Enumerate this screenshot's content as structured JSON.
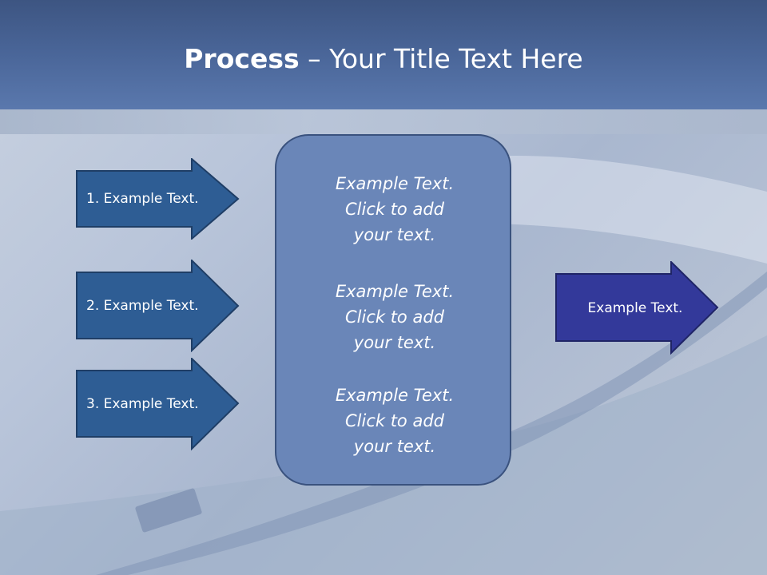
{
  "slide": {
    "title_bold": "Process",
    "title_rest": " – Your Title Text Here"
  },
  "left_arrows": [
    {
      "label": "1. Example Text."
    },
    {
      "label": "2. Example Text."
    },
    {
      "label": "3. Example Text."
    }
  ],
  "center_box": {
    "blocks": [
      {
        "line1": "Example Text.",
        "line2": "Click  to add",
        "line3": "your text."
      },
      {
        "line1": "Example Text.",
        "line2": "Click  to add",
        "line3": "your text."
      },
      {
        "line1": "Example Text.",
        "line2": "Click  to add",
        "line3": "your text."
      }
    ]
  },
  "right_arrow": {
    "label": "Example Text."
  },
  "colors": {
    "header": "#4a6699",
    "left_arrow_fill": "#2e5d94",
    "right_arrow_fill": "#33399a",
    "center_box_fill": "#6a86b8"
  }
}
